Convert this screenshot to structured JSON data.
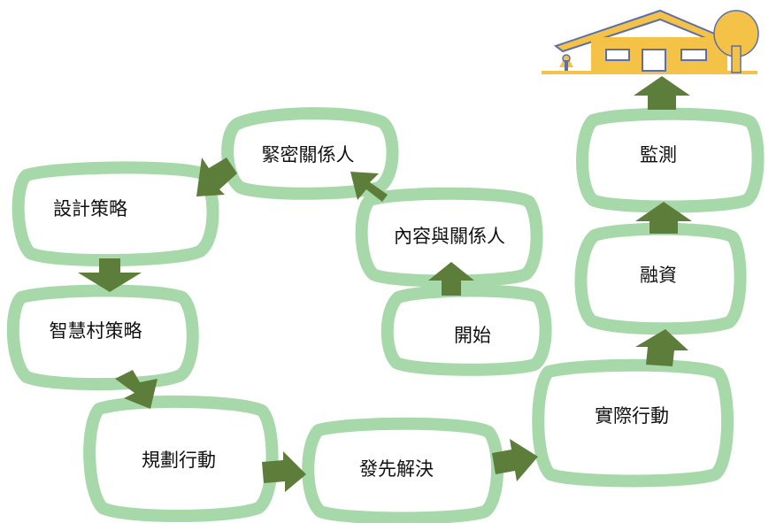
{
  "colors": {
    "ring": "#a7d8a9",
    "arrow": "#5d7d3a",
    "house_fill": "#f4c246",
    "house_trim": "#5d6ea8",
    "text": "#111111"
  },
  "steps": {
    "start": "開始",
    "stakeholders": "內容與關係人",
    "close_stakeholders": "緊密關係人",
    "design_strategy": "設計策略",
    "smart_village_strategy": "智慧村策略",
    "plan_action": "規劃行動",
    "first_solve": "發先解決",
    "actual_action": "實際行動",
    "financing": "融資",
    "monitoring": "監測"
  },
  "icons": {
    "goal": "house-with-tree-icon",
    "flow": "arrow-icon"
  }
}
